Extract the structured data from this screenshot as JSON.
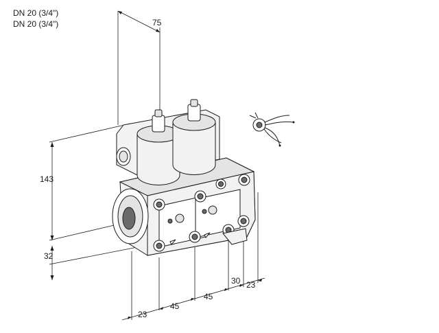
{
  "header": {
    "line1": "DN 20 (3/4\")",
    "line2": "DN 20 (3/4\")"
  },
  "dimensions": {
    "top_depth": "75",
    "height": "143",
    "base_height": "32",
    "bottom_1": "23",
    "bottom_2": "45",
    "bottom_3": "45",
    "right_1": "30",
    "right_2": "23"
  }
}
